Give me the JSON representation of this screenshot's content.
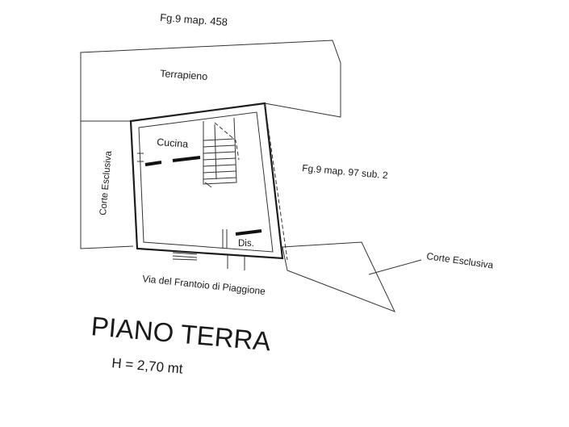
{
  "labels": {
    "north_parcel": "Fg.9 map. 458",
    "terrapieno": "Terrapieno",
    "cucina": "Cucina",
    "corte_esclusiva_left": "Corte Esclusiva",
    "east_parcel": "Fg.9 map. 97 sub. 2",
    "dis": "Dis.",
    "corte_esclusiva_right": "Corte Esclusiva",
    "street": "Via del Frantoio di Piaggione"
  },
  "floor": {
    "title": "PIANO TERRA",
    "height": "H = 2,70 mt"
  },
  "colors": {
    "ink": "#1a1a1a",
    "background": "#ffffff"
  }
}
